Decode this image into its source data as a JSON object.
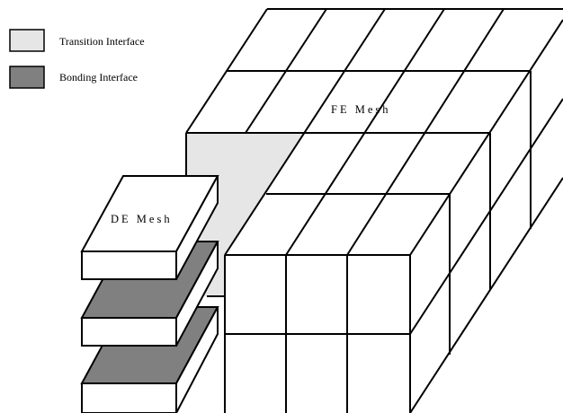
{
  "legend": {
    "items": [
      {
        "label": "Transition Interface",
        "color": "#e6e6e6"
      },
      {
        "label": "Bonding Interface",
        "color": "#808080"
      }
    ]
  },
  "labels": {
    "fe_mesh": "FE Mesh",
    "de_mesh": "DE Mesh"
  },
  "colors": {
    "stroke": "#000000",
    "face_white": "#ffffff",
    "transition": "#e6e6e6",
    "bonding": "#808080"
  }
}
